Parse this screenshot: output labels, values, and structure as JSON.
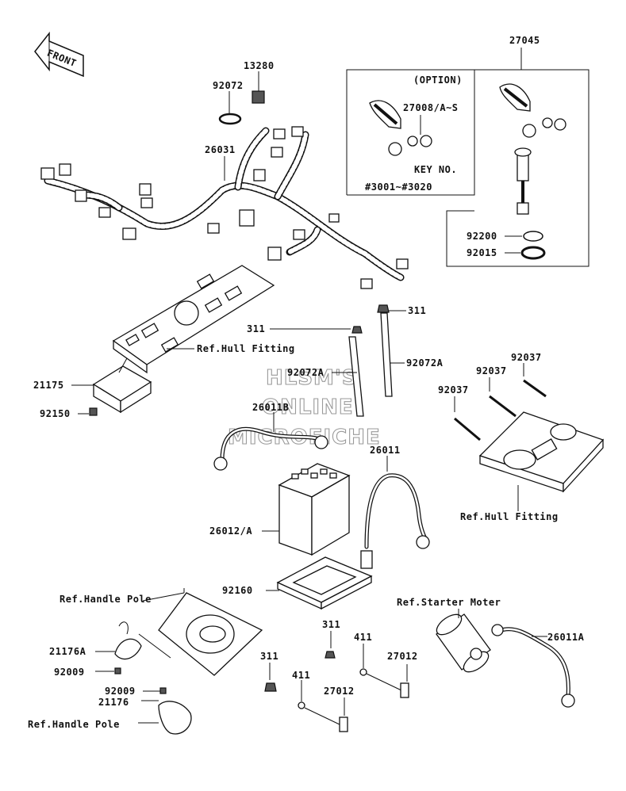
{
  "front_arrow": {
    "text": "FRONT"
  },
  "watermark": {
    "lines": [
      "HLSM'S",
      "ONLINE",
      "MICROFICHE"
    ]
  },
  "option_box": {
    "title": "(OPTION)",
    "key_label": "KEY NO.",
    "key_range": "#3001~#3020"
  },
  "parts": {
    "p27045": "27045",
    "p13280": "13280",
    "p92072": "92072",
    "p26031": "26031",
    "p27008": "27008/A~S",
    "p92200": "92200",
    "p92015": "92015",
    "p311_a": "311",
    "p311_b": "311",
    "p92072a1": "92072A",
    "p92072a2": "92072A",
    "p21175": "21175",
    "p92150": "92150",
    "p26011b": "26011B",
    "p26011": "26011",
    "p92037_a": "92037",
    "p92037_b": "92037",
    "p92037_c": "92037",
    "p26012": "26012/A",
    "p92160": "92160",
    "p311_c": "311",
    "p311_d": "311",
    "p411_a": "411",
    "p411_b": "411",
    "p27012_a": "27012",
    "p27012_b": "27012",
    "p26011a": "26011A",
    "p21176a": "21176A",
    "p92009_a": "92009",
    "p92009_b": "92009",
    "p21176": "21176"
  },
  "refs": {
    "hull_fitting_1": "Ref.Hull Fitting",
    "hull_fitting_2": "Ref.Hull Fitting",
    "handle_pole_1": "Ref.Handle Pole",
    "handle_pole_2": "Ref.Handle Pole",
    "starter_motor": "Ref.Starter Moter"
  }
}
